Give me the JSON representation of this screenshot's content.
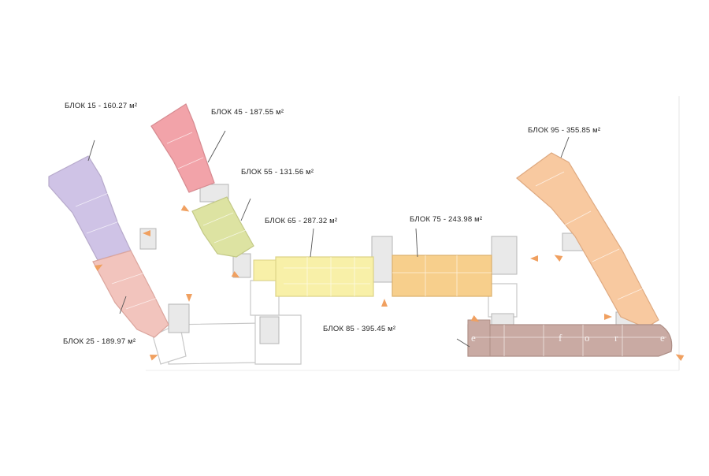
{
  "blocks": [
    {
      "label": "БЛОК 15 - 160.27 м²",
      "color": "#cfc3e6"
    },
    {
      "label": "БЛОК 25 - 189.97 м²",
      "color": "#f2c4bd"
    },
    {
      "label": "БЛОК 45 - 187.55 м²",
      "color": "#f2a3a9"
    },
    {
      "label": "БЛОК 55 - 131.56 м²",
      "color": "#dde3a2"
    },
    {
      "label": "БЛОК 65 - 287.32 м²",
      "color": "#f8f0a8"
    },
    {
      "label": "БЛОК 75 - 243.98 м²",
      "color": "#f7cf8c"
    },
    {
      "label": "БЛОК 85 - 395.45 м²",
      "color": "#c9aaa3"
    },
    {
      "label": "БЛОК 95 - 355.85 м²",
      "color": "#f8c9a0"
    }
  ],
  "watermark": {
    "letters": [
      "e",
      "f",
      "o",
      "r",
      "e"
    ]
  },
  "colors": {
    "wall": "#c8c8c8",
    "core": "#e6e6e6",
    "arrow": "#f0a060"
  }
}
